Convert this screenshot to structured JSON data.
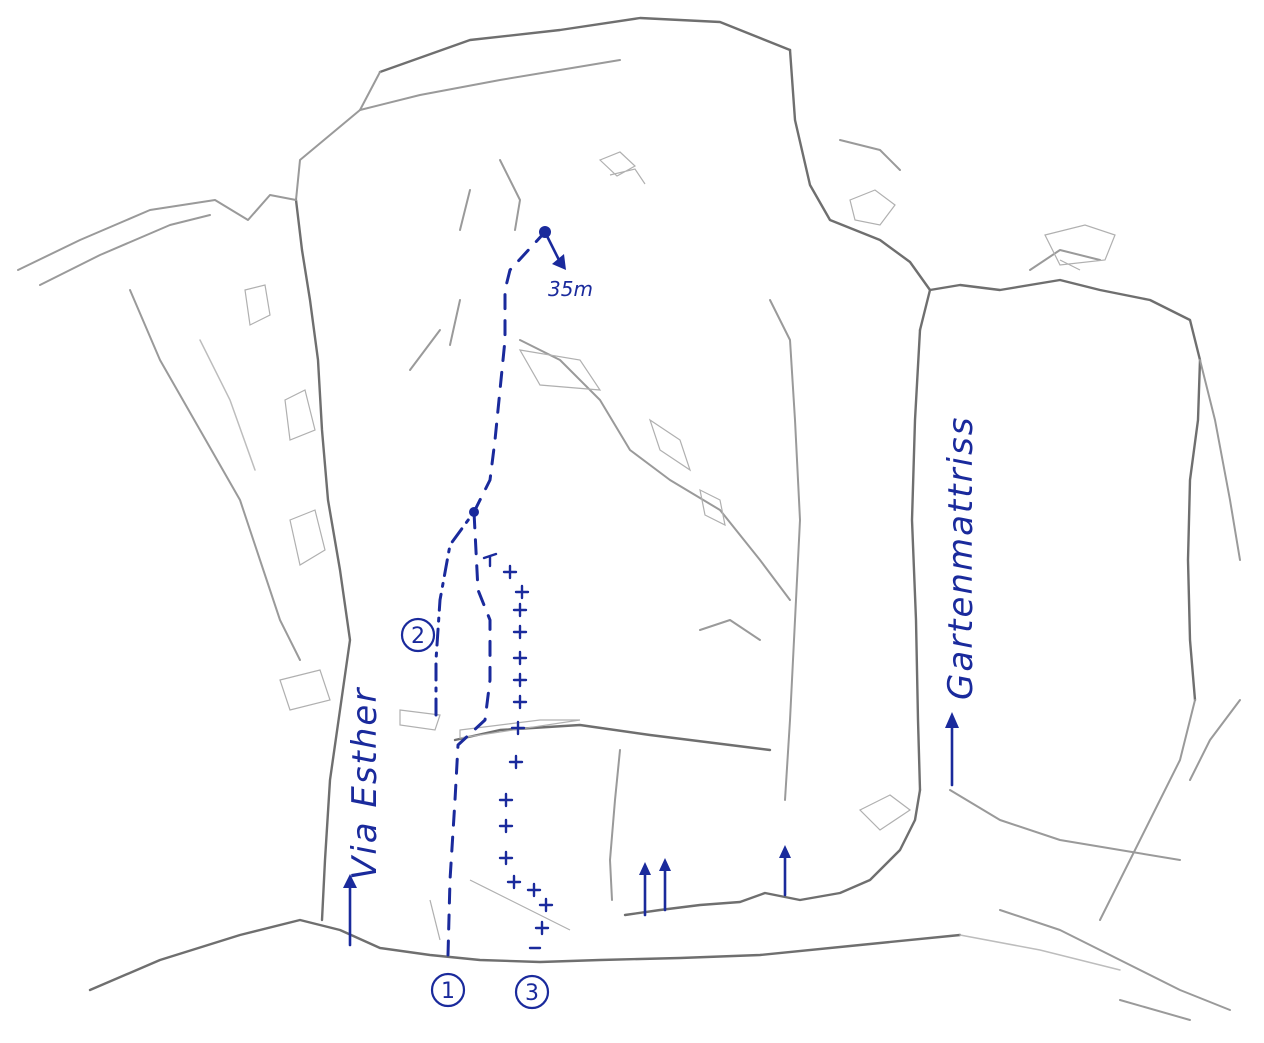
{
  "topo": {
    "belay_label": "35m",
    "route_labels": [
      "1",
      "2",
      "3"
    ],
    "left_route_name": "Via Esther",
    "right_route_name": "Gartenmattriss"
  },
  "colors": {
    "ink": "#1a2a9c",
    "pencil": "#9a9a9a",
    "background": "#ffffff"
  }
}
